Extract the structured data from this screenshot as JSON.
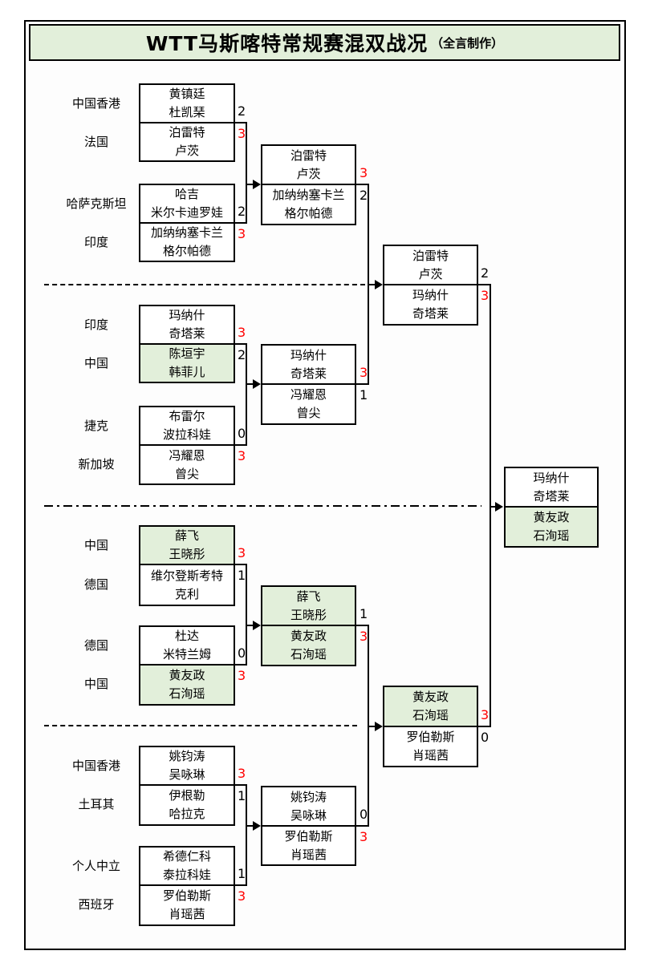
{
  "header": {
    "title": "WTT马斯喀特常规赛混双战况",
    "credit": "（全言制作）"
  },
  "colors": {
    "highlight_green": "#e2efda",
    "winner_score_red": "#ff0000"
  },
  "countries": [
    "中国香港",
    "法国",
    "哈萨克斯坦",
    "印度",
    "印度",
    "中国",
    "捷克",
    "新加坡",
    "中国",
    "德国",
    "德国",
    "中国",
    "中国香港",
    "土耳其",
    "个人中立",
    "西班牙"
  ],
  "rounds": {
    "r1": [
      {
        "t1": {
          "name": "黄镇廷\n杜凯琹",
          "score": "2",
          "win": false,
          "highlight": false
        },
        "t2": {
          "name": "泊雷特\n卢茨",
          "score": "3",
          "win": true,
          "highlight": false
        }
      },
      {
        "t1": {
          "name": "哈吉\n米尔卡迪罗娃",
          "score": "2",
          "win": false,
          "highlight": false
        },
        "t2": {
          "name": "加纳纳塞卡兰\n格尔帕德",
          "score": "3",
          "win": true,
          "highlight": false
        }
      },
      {
        "t1": {
          "name": "玛纳什\n奇塔莱",
          "score": "3",
          "win": true,
          "highlight": false
        },
        "t2": {
          "name": "陈垣宇\n韩菲儿",
          "score": "2",
          "win": false,
          "highlight": true
        }
      },
      {
        "t1": {
          "name": "布雷尔\n波拉科娃",
          "score": "0",
          "win": false,
          "highlight": false
        },
        "t2": {
          "name": "冯耀恩\n曾尖",
          "score": "3",
          "win": true,
          "highlight": false
        }
      },
      {
        "t1": {
          "name": "薛飞\n王晓彤",
          "score": "3",
          "win": true,
          "highlight": true
        },
        "t2": {
          "name": "维尔登斯考特\n克利",
          "score": "1",
          "win": false,
          "highlight": false
        }
      },
      {
        "t1": {
          "name": "杜达\n米特兰姆",
          "score": "0",
          "win": false,
          "highlight": false
        },
        "t2": {
          "name": "黄友政\n石洵瑶",
          "score": "3",
          "win": true,
          "highlight": true
        }
      },
      {
        "t1": {
          "name": "姚钧涛\n吴咏琳",
          "score": "3",
          "win": true,
          "highlight": false
        },
        "t2": {
          "name": "伊根勒\n哈拉克",
          "score": "1",
          "win": false,
          "highlight": false
        }
      },
      {
        "t1": {
          "name": "希德仁科\n泰拉科娃",
          "score": "1",
          "win": false,
          "highlight": false
        },
        "t2": {
          "name": "罗伯勒斯\n肖瑶茜",
          "score": "3",
          "win": true,
          "highlight": false
        }
      }
    ],
    "qf": [
      {
        "t1": {
          "name": "泊雷特\n卢茨",
          "score": "3",
          "win": true,
          "highlight": false
        },
        "t2": {
          "name": "加纳纳塞卡兰\n格尔帕德",
          "score": "2",
          "win": false,
          "highlight": false
        }
      },
      {
        "t1": {
          "name": "玛纳什\n奇塔莱",
          "score": "3",
          "win": true,
          "highlight": false
        },
        "t2": {
          "name": "冯耀恩\n曾尖",
          "score": "1",
          "win": false,
          "highlight": false
        }
      },
      {
        "t1": {
          "name": "薛飞\n王晓彤",
          "score": "1",
          "win": false,
          "highlight": true
        },
        "t2": {
          "name": "黄友政\n石洵瑶",
          "score": "3",
          "win": true,
          "highlight": true
        }
      },
      {
        "t1": {
          "name": "姚钧涛\n吴咏琳",
          "score": "0",
          "win": false,
          "highlight": false
        },
        "t2": {
          "name": "罗伯勒斯\n肖瑶茜",
          "score": "3",
          "win": true,
          "highlight": false
        }
      }
    ],
    "sf": [
      {
        "t1": {
          "name": "泊雷特\n卢茨",
          "score": "2",
          "win": false,
          "highlight": false
        },
        "t2": {
          "name": "玛纳什\n奇塔莱",
          "score": "3",
          "win": true,
          "highlight": false
        }
      },
      {
        "t1": {
          "name": "黄友政\n石洵瑶",
          "score": "3",
          "win": true,
          "highlight": true
        },
        "t2": {
          "name": "罗伯勒斯\n肖瑶茜",
          "score": "0",
          "win": false,
          "highlight": false
        }
      }
    ],
    "final": {
      "t1": {
        "name": "玛纳什\n奇塔莱",
        "highlight": false
      },
      "t2": {
        "name": "黄友政\n石洵瑶",
        "highlight": true
      }
    }
  }
}
